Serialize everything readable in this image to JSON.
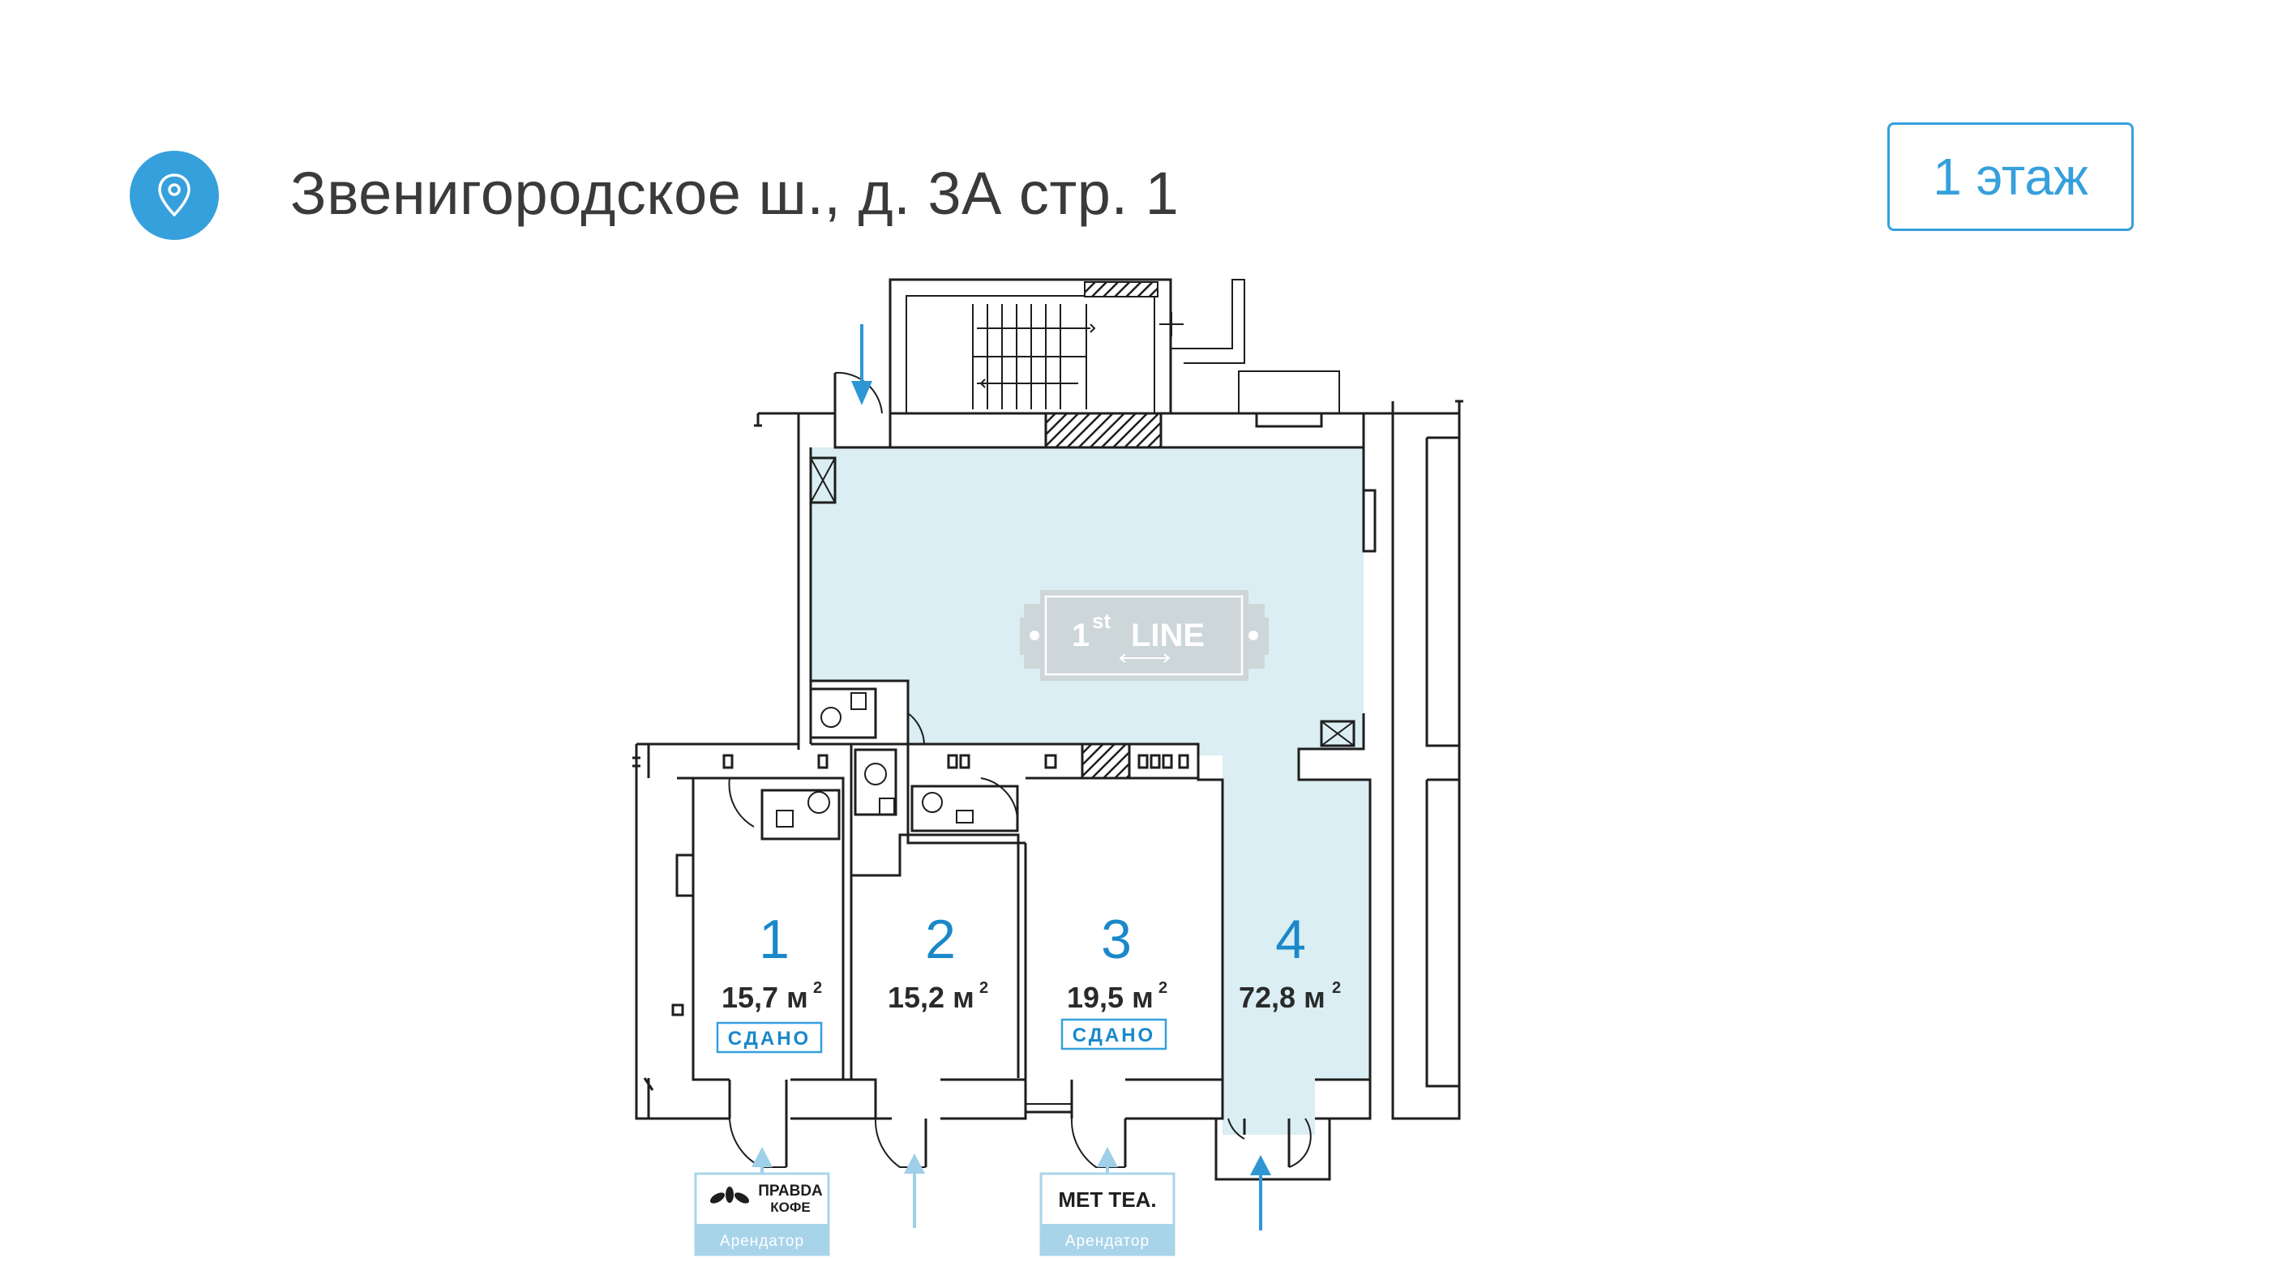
{
  "header": {
    "address": "Звенигородское ш., д. 3А стр. 1",
    "floor_label": "1 этаж",
    "pin_icon": "location-pin-icon"
  },
  "colors": {
    "accent": "#35a0dc",
    "free_unit_fill": "#daeef3",
    "arrow_blue": "#2f96d4",
    "arrow_light": "#9fcfe9",
    "tenant_badge_bg": "#a8d4ea",
    "logo_bg": "#cdd6d8"
  },
  "logo": {
    "main": "1st LINE",
    "number": "1",
    "suffix": "st",
    "word": "LINE"
  },
  "units": [
    {
      "number": "1",
      "area": "15,7 м",
      "status": "СДАНО"
    },
    {
      "number": "2",
      "area": "15,2 м",
      "status": ""
    },
    {
      "number": "3",
      "area": "19,5 м",
      "status": "СДАНО"
    },
    {
      "number": "4",
      "area": "72,8 м",
      "status": ""
    }
  ],
  "area_sup": "2",
  "tenants": [
    {
      "name_line1": "ПРАВDА",
      "name_line2": "КОФЕ",
      "caption": "Арендатор"
    },
    {
      "name_line1": "MET TEA.",
      "caption": "Арендатор"
    }
  ]
}
